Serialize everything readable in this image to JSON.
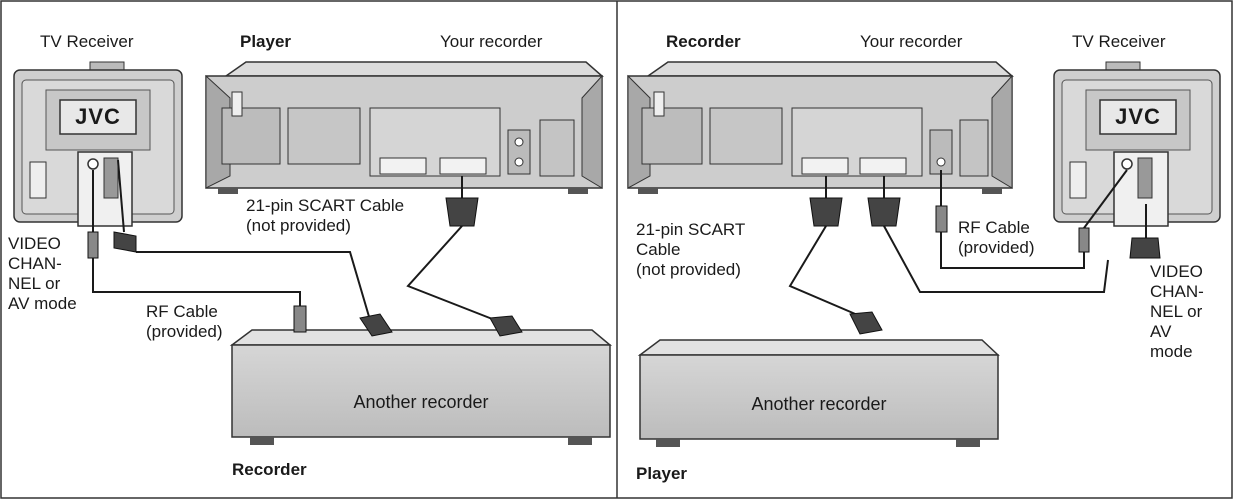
{
  "left_panel": {
    "tv_receiver": "TV Receiver",
    "player": "Player",
    "your_recorder": "Your recorder",
    "scart_cable": "21-pin SCART Cable\n(not provided)",
    "video_channel": "VIDEO\nCHAN-\nNEL or\nAV mode",
    "rf_cable": "RF Cable\n(provided)",
    "another_recorder": "Another recorder",
    "recorder": "Recorder",
    "tv_brand": "JVC"
  },
  "right_panel": {
    "recorder": "Recorder",
    "your_recorder": "Your recorder",
    "tv_receiver": "TV Receiver",
    "scart_cable": "21-pin SCART\nCable\n(not provided)",
    "rf_cable": "RF Cable\n(provided)",
    "video_channel": "VIDEO\nCHAN-\nNEL or\nAV\nmode",
    "another_recorder": "Another recorder",
    "player": "Player",
    "tv_brand": "JVC"
  }
}
